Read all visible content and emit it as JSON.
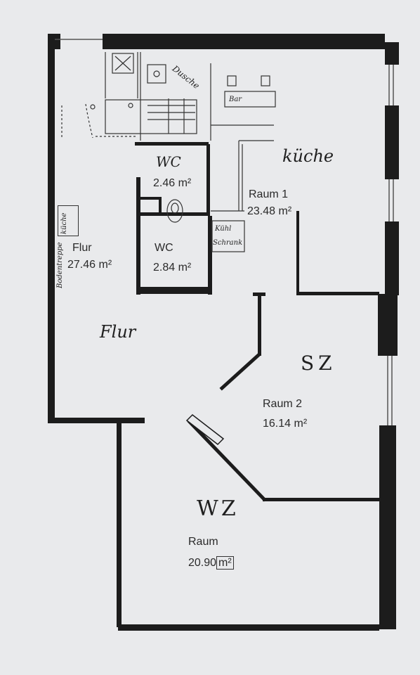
{
  "rooms": {
    "wc_top": {
      "name": "WC",
      "area": "2.46 m²"
    },
    "wc_bottom": {
      "name": "WC",
      "area": "2.84 m²"
    },
    "raum1": {
      "name": "Raum 1",
      "area": "23.48 m²"
    },
    "flur": {
      "name": "Flur",
      "area": "27.46 m²"
    },
    "raum2": {
      "name": "Raum 2",
      "area": "16.14 m²"
    },
    "raum3": {
      "name": "Raum",
      "area_value": "20.90",
      "area_unit": "m²"
    }
  },
  "handwritten": {
    "kueche": "küche",
    "flur": "Flur",
    "sz": "SZ",
    "wz": "WZ",
    "wc": "WC",
    "bar": "Bar",
    "dusche": "Dusche",
    "kuehlschrank_line1": "Kühl",
    "kuehlschrank_line2": "Schrank",
    "kueche_small": "küche",
    "bodentreppe": "Bodentreppe"
  },
  "colors": {
    "paper": "#e9eaec",
    "wall": "#1c1c1c",
    "ink": "#2a2a2a"
  }
}
